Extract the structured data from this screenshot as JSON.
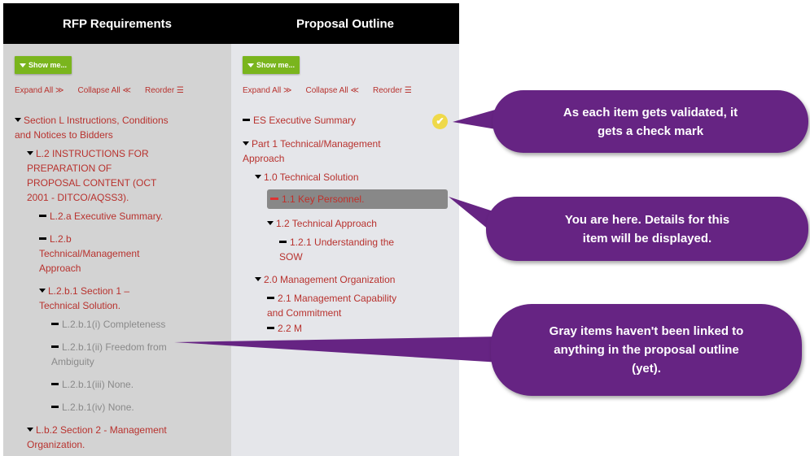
{
  "headers": {
    "left": "RFP Requirements",
    "right": "Proposal Outline"
  },
  "toolbar": {
    "show_me": "Show me...",
    "expand_all": "Expand All ≫",
    "collapse_all": "Collapse All ≪",
    "reorder": "Reorder ☰"
  },
  "rfp_items": [
    "Section L Instructions, Conditions and Notices to Bidders",
    "L.2 INSTRUCTIONS FOR PREPARATION OF PROPOSAL CONTENT (OCT 2001 - DITCO/AQSS3).",
    "L.2.a Executive Summary.",
    "L.2.b Technical/Management Approach",
    "L.2.b.1 Section 1 – Technical Solution.",
    "L.2.b.1(i) Completeness",
    "L.2.b.1(ii) Freedom from Ambiguity",
    "L.2.b.1(iii) None.",
    "L.2.b.1(iv) None.",
    "L.b.2 Section 2 - Management Organization."
  ],
  "outline_items": [
    "ES Executive Summary",
    "Part 1 Technical/Management Approach",
    "1.0 Technical Solution",
    "1.1 Key Personnel.",
    "1.2 Technical Approach",
    "1.2.1 Understanding the SOW",
    "2.0 Management Organization",
    "2.1 Management Capability and Commitment",
    "2.2 M"
  ],
  "callouts": [
    "As each item gets validated, it gets a check mark",
    "You are here. Details for this item will be displayed.",
    "Gray items haven't been linked to anything in the proposal outline (yet)."
  ],
  "colors": {
    "link": "#b8322e",
    "callout": "#662483",
    "button": "#7ab51d"
  }
}
